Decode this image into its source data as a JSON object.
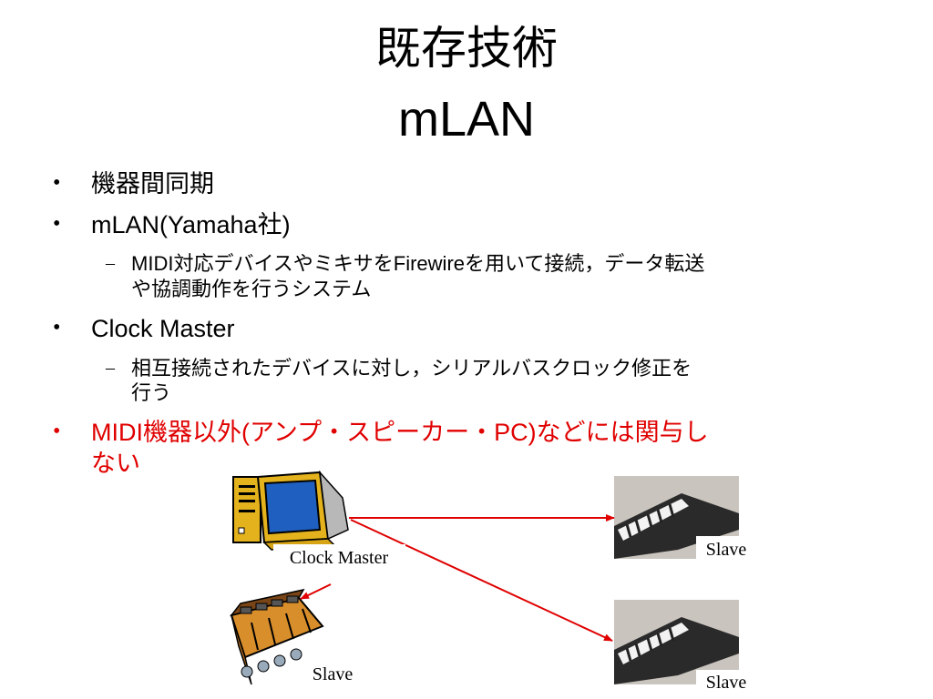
{
  "title": {
    "line1": "既存技術",
    "line2": "mLAN"
  },
  "bullets": [
    {
      "text": "機器間同期",
      "color": "#000000"
    },
    {
      "text": "mLAN(Yamaha社)",
      "color": "#000000",
      "sub": {
        "line1": "MIDI対応デバイスやミキサをFirewireを用いて接続，データ転送",
        "line2": "や協調動作を行うシステム"
      }
    },
    {
      "text": "Clock Master",
      "color": "#000000",
      "sub": {
        "line1": "相互接続されたデバイスに対し，シリアルバスクロック修正を",
        "line2": "行う"
      }
    },
    {
      "line1": "MIDI機器以外(アンプ・スピーカー・PC)などには関与し",
      "line2": "ない",
      "color": "#e00000"
    }
  ],
  "diagram": {
    "clock_master_label": "Clock Master",
    "slave_label_1": "Slave",
    "slave_label_2": "Slave",
    "slave_label_3": "Slave",
    "arrow_color": "#e00000"
  }
}
